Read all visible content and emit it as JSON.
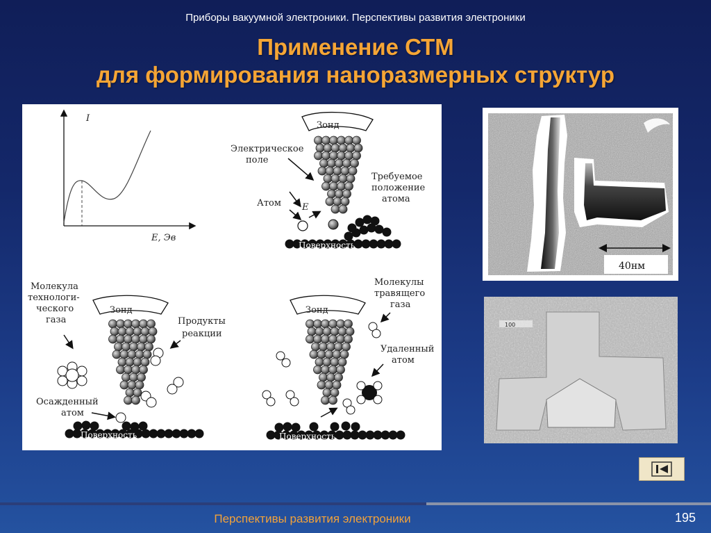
{
  "header": {
    "subtitle": "Приборы вакуумной электроники. Перспективы развития электроники",
    "title_line1": "Применение СТМ",
    "title_line2": "для формирования наноразмерных структур"
  },
  "diagram": {
    "graph_y_label": "I",
    "graph_x_label": "E, Эв",
    "probe_label": "Зонд",
    "field_label_1": "Электрическое",
    "field_label_2": "поле",
    "target_label_1": "Требуемое",
    "target_label_2": "положение",
    "target_label_3": "атома",
    "atom_label": "Атом",
    "field_symbol": "E",
    "surface_label": "Поверхность",
    "molecule_label_1": "Молекула",
    "molecule_label_2": "технологи-",
    "molecule_label_3": "ческого",
    "molecule_label_4": "газа",
    "products_label_1": "Продукты",
    "products_label_2": "реакции",
    "deposited_label_1": "Осажденный",
    "deposited_label_2": "атом",
    "etch_label_1": "Молекулы",
    "etch_label_2": "травящего",
    "etch_label_3": "газа",
    "removed_label_1": "Удаленный",
    "removed_label_2": "атом"
  },
  "micrograph": {
    "scale_label": "40нм"
  },
  "sem_image": {
    "scale_label": "100"
  },
  "navigation": {
    "back_icon": "skip-to-first-icon"
  },
  "footer": {
    "text": "Перспективы развития электроники",
    "page_number": "195"
  }
}
